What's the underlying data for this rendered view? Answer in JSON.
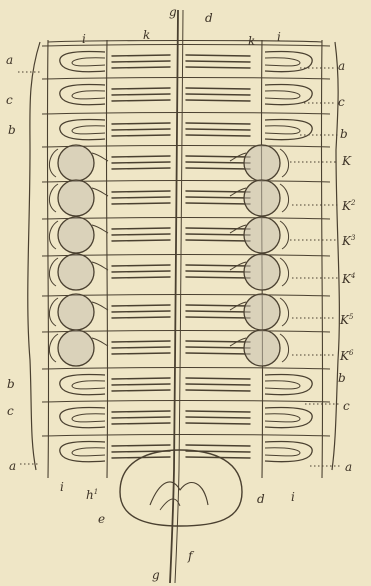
{
  "figure": {
    "labels": {
      "top_g": "g",
      "top_d": "d",
      "top_left_i": "i",
      "top_k_left": "k",
      "top_k_right": "k",
      "top_right_i": "i",
      "left_a_top": "a",
      "left_c_top": "c",
      "left_b_top": "b",
      "left_b_bottom": "b",
      "left_c_bottom": "c",
      "left_a_bottom": "a",
      "right_a_top": "a",
      "right_c_top": "c",
      "right_b_top": "b",
      "right_K1": "K",
      "right_K2": "K",
      "right_K2_sup": "2",
      "right_K3": "K",
      "right_K3_sup": "3",
      "right_K4": "K",
      "right_K4_sup": "4",
      "right_K5": "K",
      "right_K5_sup": "5",
      "right_K6": "K",
      "right_K6_sup": "6",
      "right_b_bottom": "b",
      "right_c_bottom": "c",
      "right_a_bottom": "a",
      "bottom_left_i": "i",
      "bottom_h": "h",
      "bottom_h_sup": "1",
      "bottom_e": "e",
      "bottom_d": "d",
      "bottom_right_i": "i",
      "bottom_f": "f",
      "bottom_g": "g"
    },
    "colors": {
      "paper": "#efe6c6",
      "ink": "#4a4030",
      "shading": "#c9c1b0"
    }
  }
}
